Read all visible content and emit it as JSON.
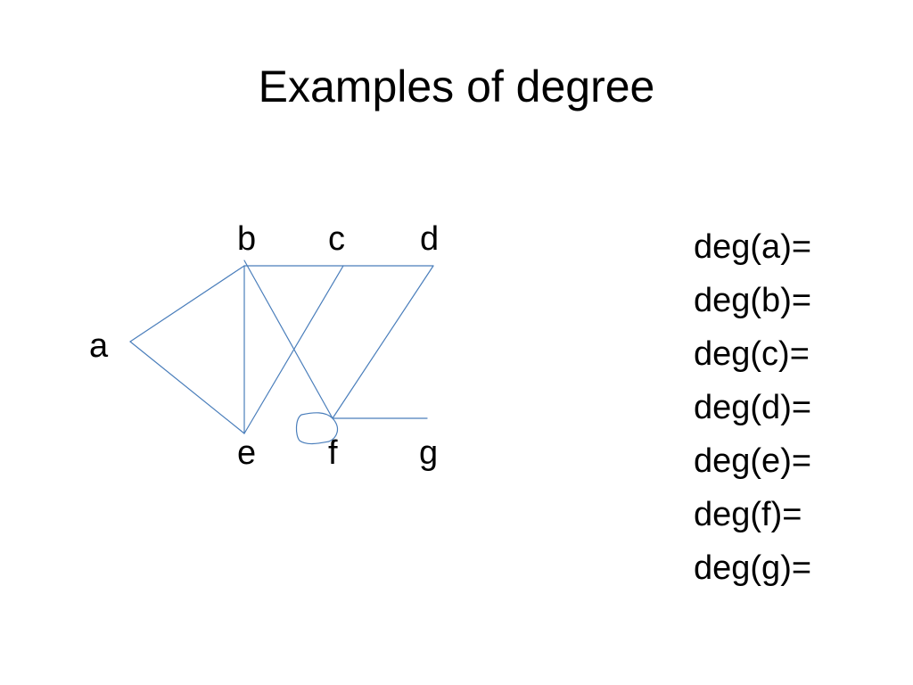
{
  "slide": {
    "title": "Examples of degree"
  },
  "graph": {
    "vertices": [
      {
        "id": "a",
        "label": "a"
      },
      {
        "id": "b",
        "label": "b"
      },
      {
        "id": "c",
        "label": "c"
      },
      {
        "id": "d",
        "label": "d"
      },
      {
        "id": "e",
        "label": "e"
      },
      {
        "id": "f",
        "label": "f"
      },
      {
        "id": "g",
        "label": "g"
      }
    ],
    "edges": [
      [
        "a",
        "b"
      ],
      [
        "a",
        "e"
      ],
      [
        "b",
        "e"
      ],
      [
        "b",
        "d"
      ],
      [
        "b",
        "f"
      ],
      [
        "c",
        "e"
      ],
      [
        "d",
        "f"
      ],
      [
        "f",
        "g"
      ]
    ],
    "loops": [
      "f"
    ],
    "edge_color": "#4a7ebb"
  },
  "degree_list": {
    "items": [
      "deg(a)=",
      "deg(b)=",
      "deg(c)=",
      "deg(d)=",
      "deg(e)=",
      "deg(f)=",
      "deg(g)="
    ]
  }
}
